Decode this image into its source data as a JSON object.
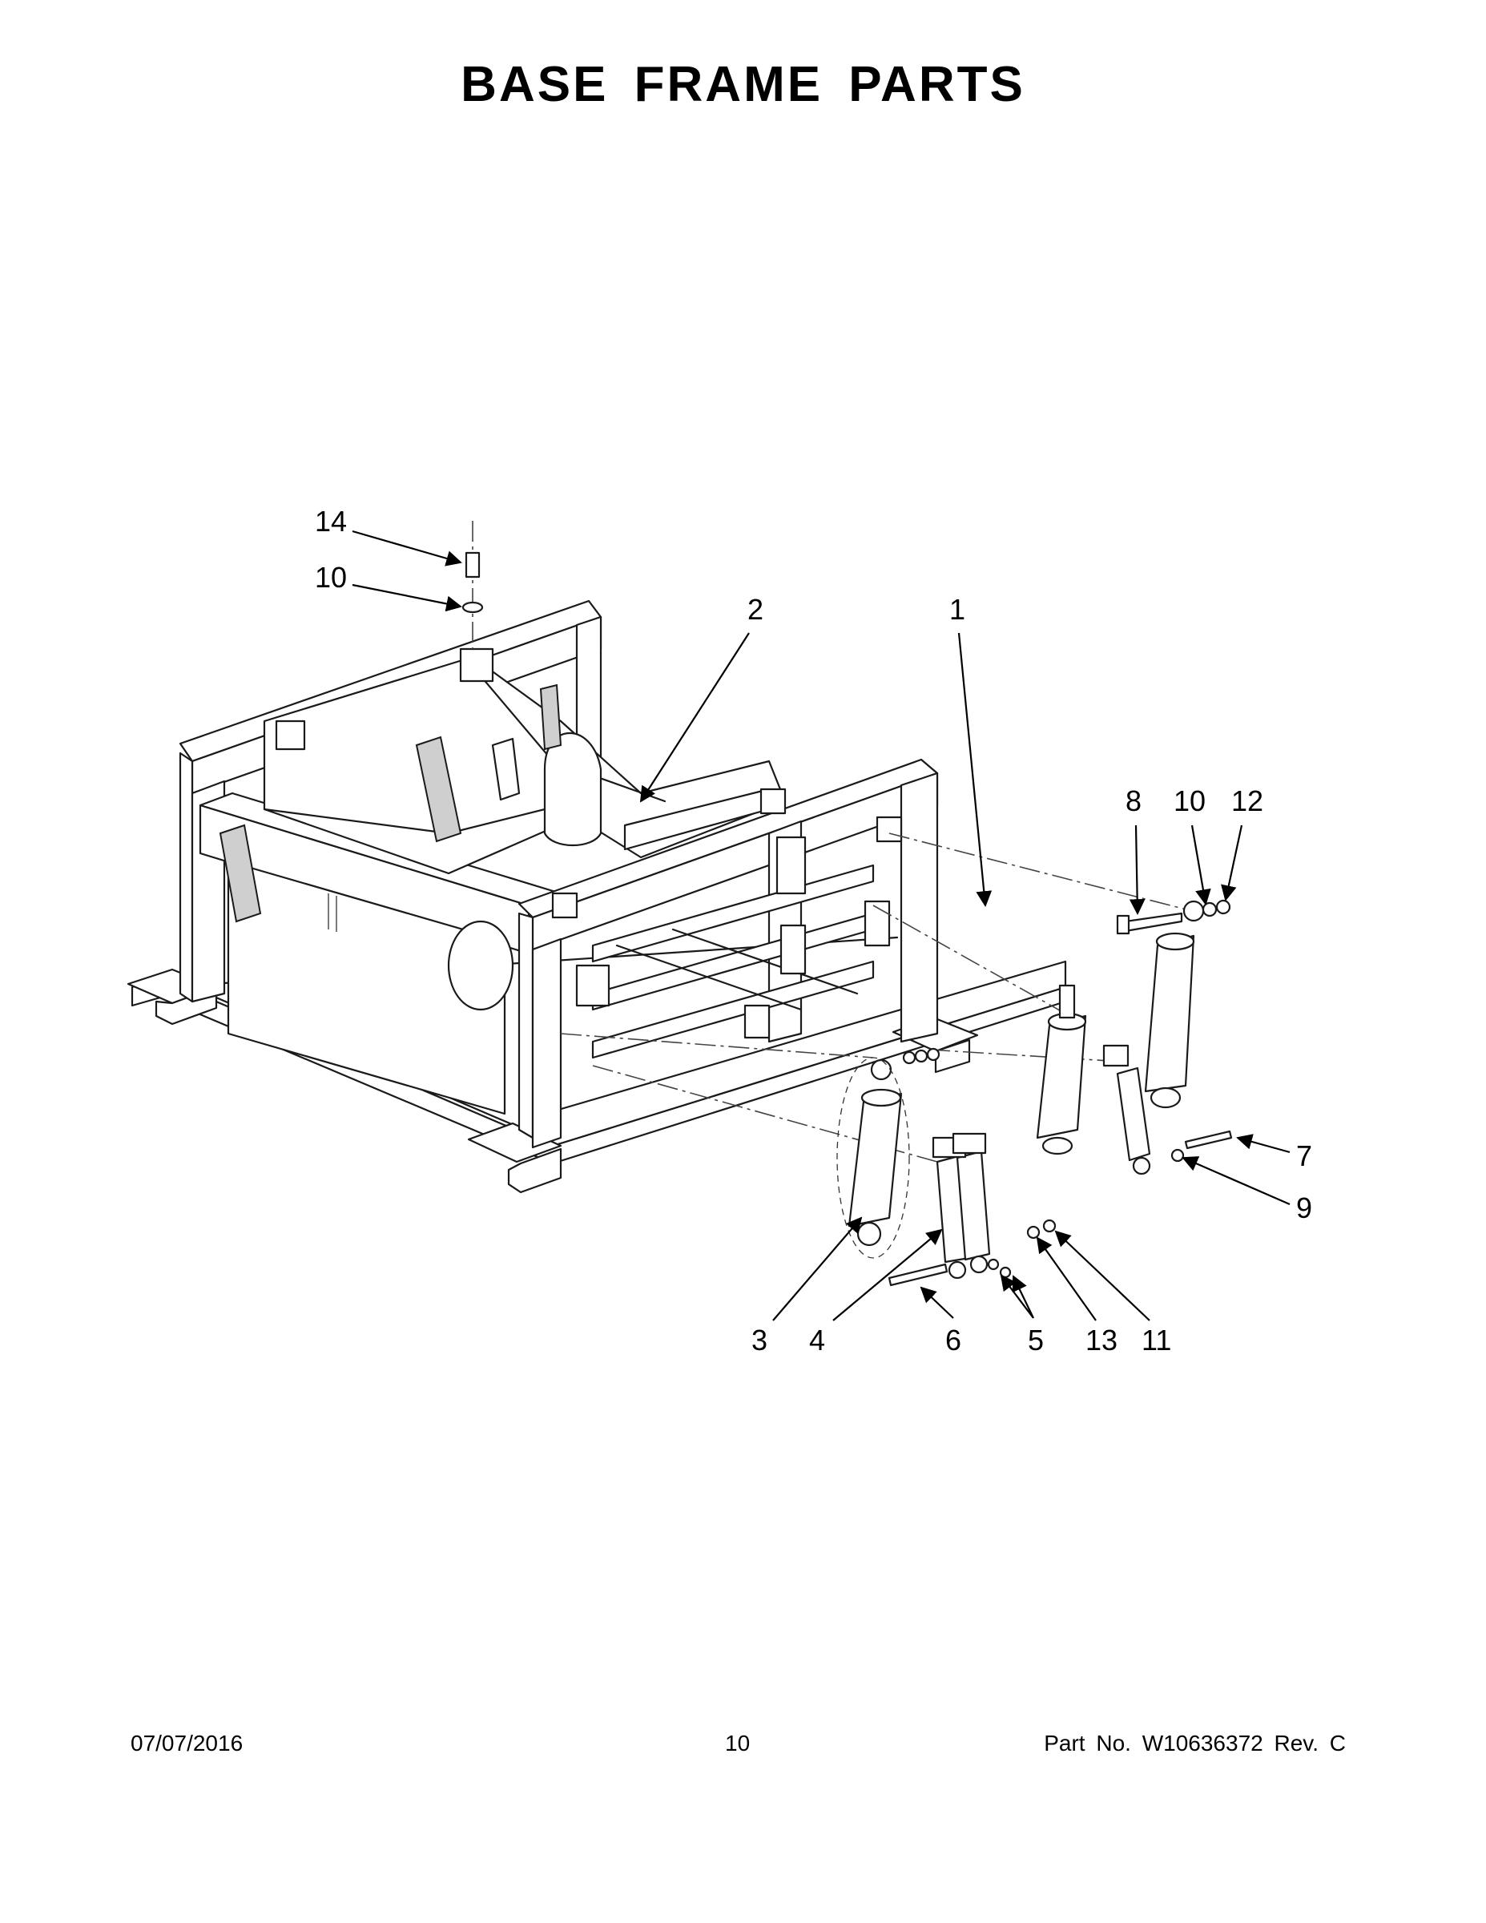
{
  "title": "BASE FRAME PARTS",
  "footer": {
    "date": "07/07/2016",
    "page": "10",
    "part": "Part No.  W10636372  Rev.  C"
  },
  "callouts": [
    "14",
    "10",
    "2",
    "1",
    "8",
    "10",
    "12",
    "7",
    "9",
    "3",
    "4",
    "6",
    "5",
    "13",
    "11"
  ]
}
